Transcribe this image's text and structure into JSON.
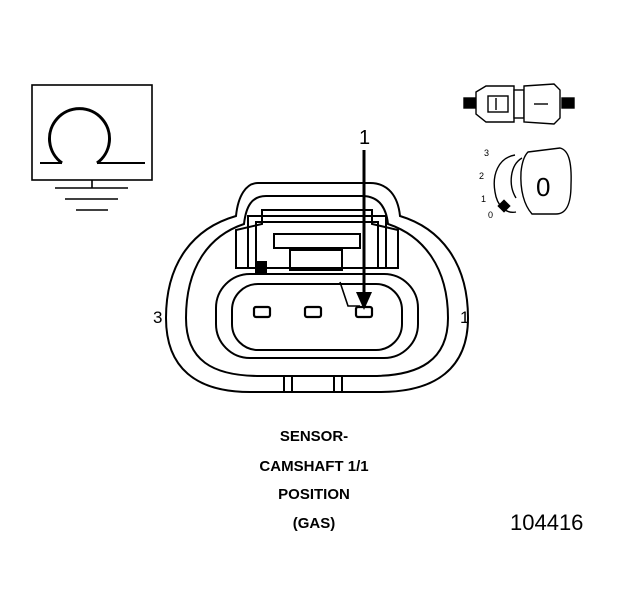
{
  "diagram": {
    "callout_label": "1",
    "pin_left_label": "3",
    "pin_right_label": "1",
    "caption_lines": [
      "SENSOR-",
      "CAMSHAFT 1/1",
      "POSITION",
      "(GAS)"
    ],
    "figure_number": "104416",
    "view_scale": {
      "labels": [
        "3",
        "2",
        "1",
        "0"
      ],
      "selected": "0"
    },
    "icons": [
      "sensor-ground-symbol-icon",
      "connector-side-view-icon",
      "view-indicator-icon"
    ]
  }
}
